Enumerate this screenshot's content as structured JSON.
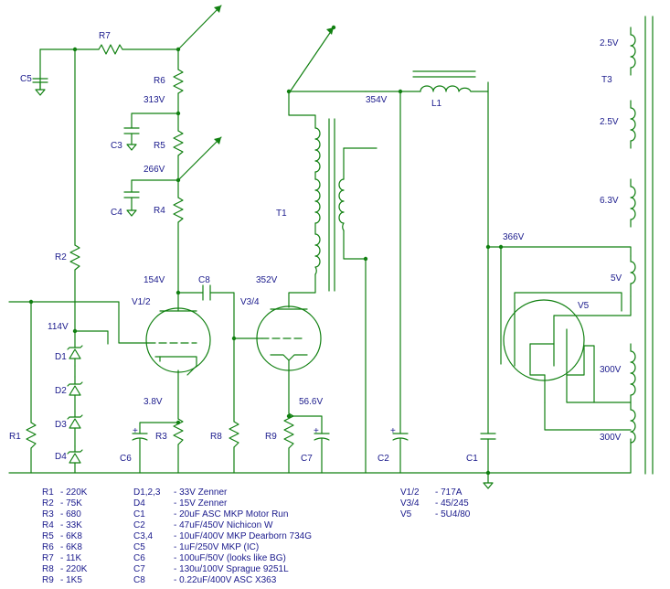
{
  "schematic": {
    "labels": {
      "R7": "R7",
      "C5": "C5",
      "R6": "R6",
      "R5": "R5",
      "R4": "R4",
      "C3": "C3",
      "C4": "C4",
      "R2": "R2",
      "R1": "R1",
      "C8": "C8",
      "V12": "V1/2",
      "V34": "V3/4",
      "V5": "V5",
      "T1": "T1",
      "T3": "T3",
      "L1": "L1",
      "R3": "R3",
      "R8": "R8",
      "R9": "R9",
      "C6": "C6",
      "C7": "C7",
      "C2": "C2",
      "C1": "C1",
      "D1": "D1",
      "D2": "D2",
      "D3": "D3",
      "D4": "D4"
    },
    "voltages": {
      "v313": "313V",
      "v266": "266V",
      "v154": "154V",
      "v114": "114V",
      "v352": "352V",
      "v354": "354V",
      "v366": "366V",
      "v38": "3.8V",
      "v566": "56.6V"
    },
    "transformer_taps": {
      "t25a": "2.5V",
      "t25b": "2.5V",
      "t63": "6.3V",
      "t5": "5V",
      "t300a": "300V",
      "t300b": "300V"
    },
    "polarity": {
      "plus": "+"
    }
  },
  "parts_list": {
    "resistors": [
      {
        "ref": "R1",
        "val": "- 220K"
      },
      {
        "ref": "R2",
        "val": "- 75K"
      },
      {
        "ref": "R3",
        "val": "- 680"
      },
      {
        "ref": "R4",
        "val": "- 33K"
      },
      {
        "ref": "R5",
        "val": "- 6K8"
      },
      {
        "ref": "R6",
        "val": "- 6K8"
      },
      {
        "ref": "R7",
        "val": "- 11K"
      },
      {
        "ref": "R8",
        "val": "- 220K"
      },
      {
        "ref": "R9",
        "val": "- 1K5"
      }
    ],
    "others": [
      {
        "ref": "D1,2,3",
        "val": "- 33V Zenner"
      },
      {
        "ref": "D4",
        "val": "- 15V Zenner"
      },
      {
        "ref": "C1",
        "val": "- 20uF ASC MKP Motor Run"
      },
      {
        "ref": "C2",
        "val": "- 47uF/450V Nichicon W"
      },
      {
        "ref": "C3,4",
        "val": "- 10uF/400V MKP Dearborn 734G"
      },
      {
        "ref": "C5",
        "val": "- 1uF/250V MKP (IC)"
      },
      {
        "ref": "C6",
        "val": "- 100uF/50V (looks like BG)"
      },
      {
        "ref": "C7",
        "val": "- 130u/100V Sprague 9251L"
      },
      {
        "ref": "C8",
        "val": "- 0.22uF/400V ASC X363"
      }
    ],
    "tubes": [
      {
        "ref": "V1/2",
        "val": "- 717A"
      },
      {
        "ref": "V3/4",
        "val": "- 45/245"
      },
      {
        "ref": "V5",
        "val": "- 5U4/80"
      }
    ]
  }
}
